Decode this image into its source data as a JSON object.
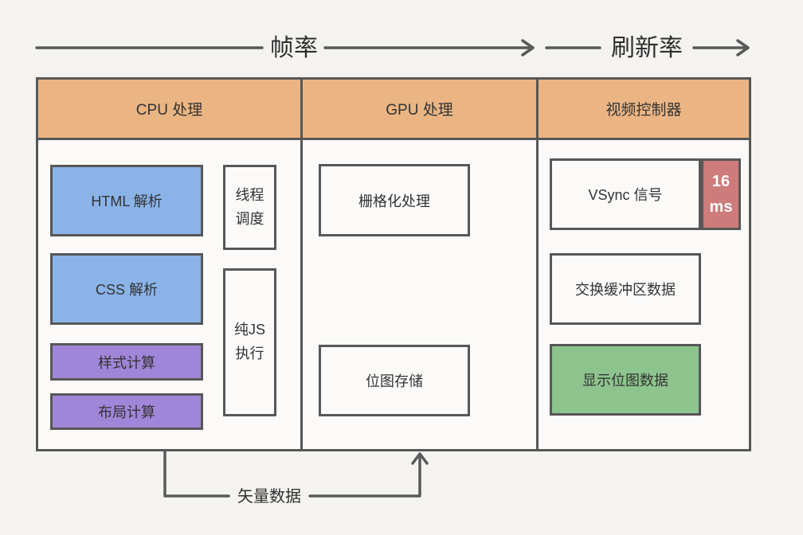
{
  "diagram_title": "browser-rendering-pipeline",
  "colors": {
    "background": "#f5f3f0",
    "panel": "#fbfaf8",
    "header": "#eab583",
    "blue": "#8ab3e8",
    "purple": "#a086d9",
    "green": "#8dc48d",
    "red": "#cd7b7b",
    "border": "#575757",
    "line": "#595959",
    "text": "#333333"
  },
  "top_arrows": {
    "frame_rate_label": "帧率",
    "refresh_rate_label": "刷新率"
  },
  "columns": [
    {
      "header": "CPU 处理"
    },
    {
      "header": "GPU 处理"
    },
    {
      "header": "视频控制器"
    }
  ],
  "cpu": {
    "html_parse": "HTML 解析",
    "css_parse": "CSS 解析",
    "style_calc": "样式计算",
    "layout_calc": "布局计算",
    "thread_schedule_line1": "线程",
    "thread_schedule_line2": "调度",
    "pure_js_line1": "纯JS",
    "pure_js_line2": "执行"
  },
  "gpu": {
    "rasterize": "栅格化处理",
    "bitmap_store": "位图存储"
  },
  "video": {
    "vsync": "VSync 信号",
    "vsync_interval_line1": "16",
    "vsync_interval_line2": "ms",
    "swap_buffer": "交换缓冲区数据",
    "display_bitmap": "显示位图数据"
  },
  "bottom_connector": {
    "label": "矢量数据"
  }
}
